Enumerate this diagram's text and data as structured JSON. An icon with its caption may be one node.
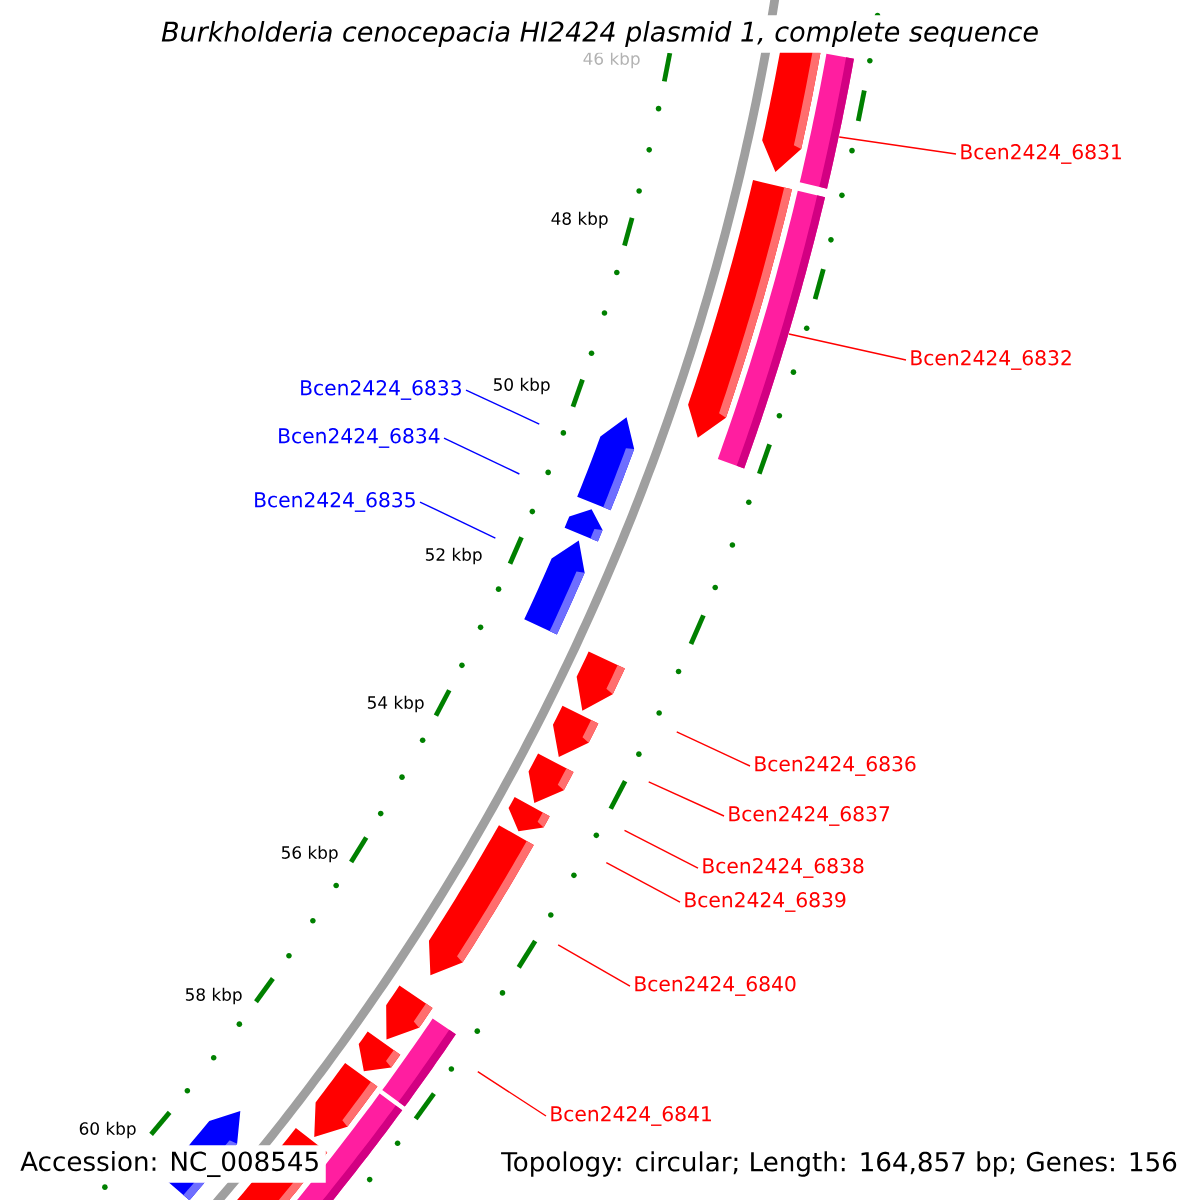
{
  "diagram": {
    "title": "Burkholderia cenocepacia HI2424 plasmid 1, complete sequence",
    "nodes": [
      {
        "text": [
          "Bcen2424_6831"
        ]
      },
      {
        "text": [
          "Bcen2424_6832"
        ]
      },
      {
        "text": [
          "Bcen2424_6833"
        ]
      },
      {
        "text": [
          "Bcen2424_6834"
        ]
      },
      {
        "text": [
          "Bcen2424_6835"
        ]
      },
      {
        "text": [
          "Bcen2424_6836"
        ]
      },
      {
        "text": [
          "Bcen2424_6837"
        ]
      },
      {
        "text": [
          "Bcen2424_6838"
        ]
      },
      {
        "text": [
          "Bcen2424_6839"
        ]
      },
      {
        "text": [
          "Bcen2424_6840"
        ]
      },
      {
        "text": [
          "Bcen2424_6841"
        ]
      },
      {
        "text": [],
        "shape": "bar"
      },
      {
        "text": [],
        "shape": "bar"
      }
    ],
    "edges": [
      {
        "from": 0,
        "to": 11,
        "arrow": "none"
      },
      {
        "from": 1,
        "to": 12,
        "arrow": "none"
      },
      {
        "from": 2,
        "to": null,
        "arrow": "none",
        "color": "#0000ff"
      },
      {
        "from": 3,
        "to": null,
        "arrow": "none",
        "color": "#0000ff"
      },
      {
        "from": 4,
        "to": null,
        "arrow": "none",
        "color": "#0000ff"
      },
      {
        "from": 5,
        "to": null,
        "arrow": "none"
      },
      {
        "from": 6,
        "to": null,
        "arrow": "none"
      },
      {
        "from": 7,
        "to": null,
        "arrow": "none"
      },
      {
        "from": 8,
        "to": null,
        "arrow": "none"
      },
      {
        "from": 9,
        "to": null,
        "arrow": "none"
      },
      {
        "from": 10,
        "to": null,
        "arrow": "none"
      }
    ],
    "labels": [
      "46 kbp",
      "48 kbp",
      "50 kbp",
      "52 kbp",
      "54 kbp",
      "56 kbp",
      "58 kbp",
      "60 kbp",
      "Accession: NC_008545",
      "Topology: circular; Length: 164,857 bp; Genes: 156"
    ]
  }
}
